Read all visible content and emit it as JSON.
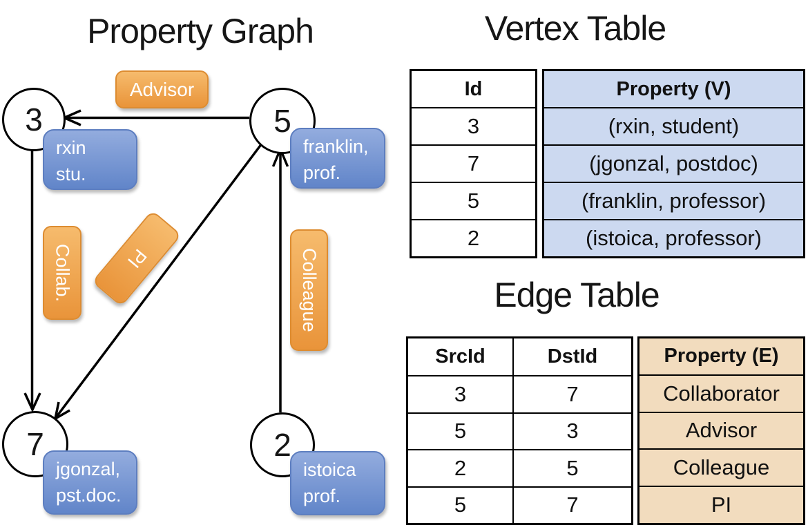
{
  "titles": {
    "graph": "Property Graph",
    "vertex_table": "Vertex Table",
    "edge_table": "Edge Table"
  },
  "graph": {
    "nodes": [
      {
        "id": "3",
        "label_lines": [
          "rxin",
          "stu."
        ]
      },
      {
        "id": "5",
        "label_lines": [
          "franklin,",
          "prof."
        ]
      },
      {
        "id": "7",
        "label_lines": [
          "jgonzal,",
          "pst.doc."
        ]
      },
      {
        "id": "2",
        "label_lines": [
          "istoica",
          "prof."
        ]
      }
    ],
    "edges": [
      {
        "label": "Advisor",
        "src": "5",
        "dst": "3"
      },
      {
        "label": "Collab.",
        "src": "3",
        "dst": "7"
      },
      {
        "label": "PI",
        "src": "5",
        "dst": "7"
      },
      {
        "label": "Colleague",
        "src": "2",
        "dst": "5"
      }
    ]
  },
  "vertex_table": {
    "headers": [
      "Id",
      "Property (V)"
    ],
    "rows": [
      [
        "3",
        "(rxin, student)"
      ],
      [
        "7",
        "(jgonzal, postdoc)"
      ],
      [
        "5",
        "(franklin, professor)"
      ],
      [
        "2",
        "(istoica, professor)"
      ]
    ]
  },
  "edge_table": {
    "headers": [
      "SrcId",
      "DstId",
      "Property (E)"
    ],
    "rows": [
      [
        "3",
        "7",
        "Collaborator"
      ],
      [
        "5",
        "3",
        "Advisor"
      ],
      [
        "2",
        "5",
        "Colleague"
      ],
      [
        "5",
        "7",
        "PI"
      ]
    ]
  },
  "colors": {
    "edge_label_top": "#f6bb6d",
    "edge_label_bottom": "#e9943a",
    "vertex_label_top": "#93acde",
    "vertex_label_bottom": "#6185c9",
    "vertex_cell_bg": "#ccd9f0",
    "edge_cell_bg": "#f2dcbe",
    "line": "#000000"
  }
}
